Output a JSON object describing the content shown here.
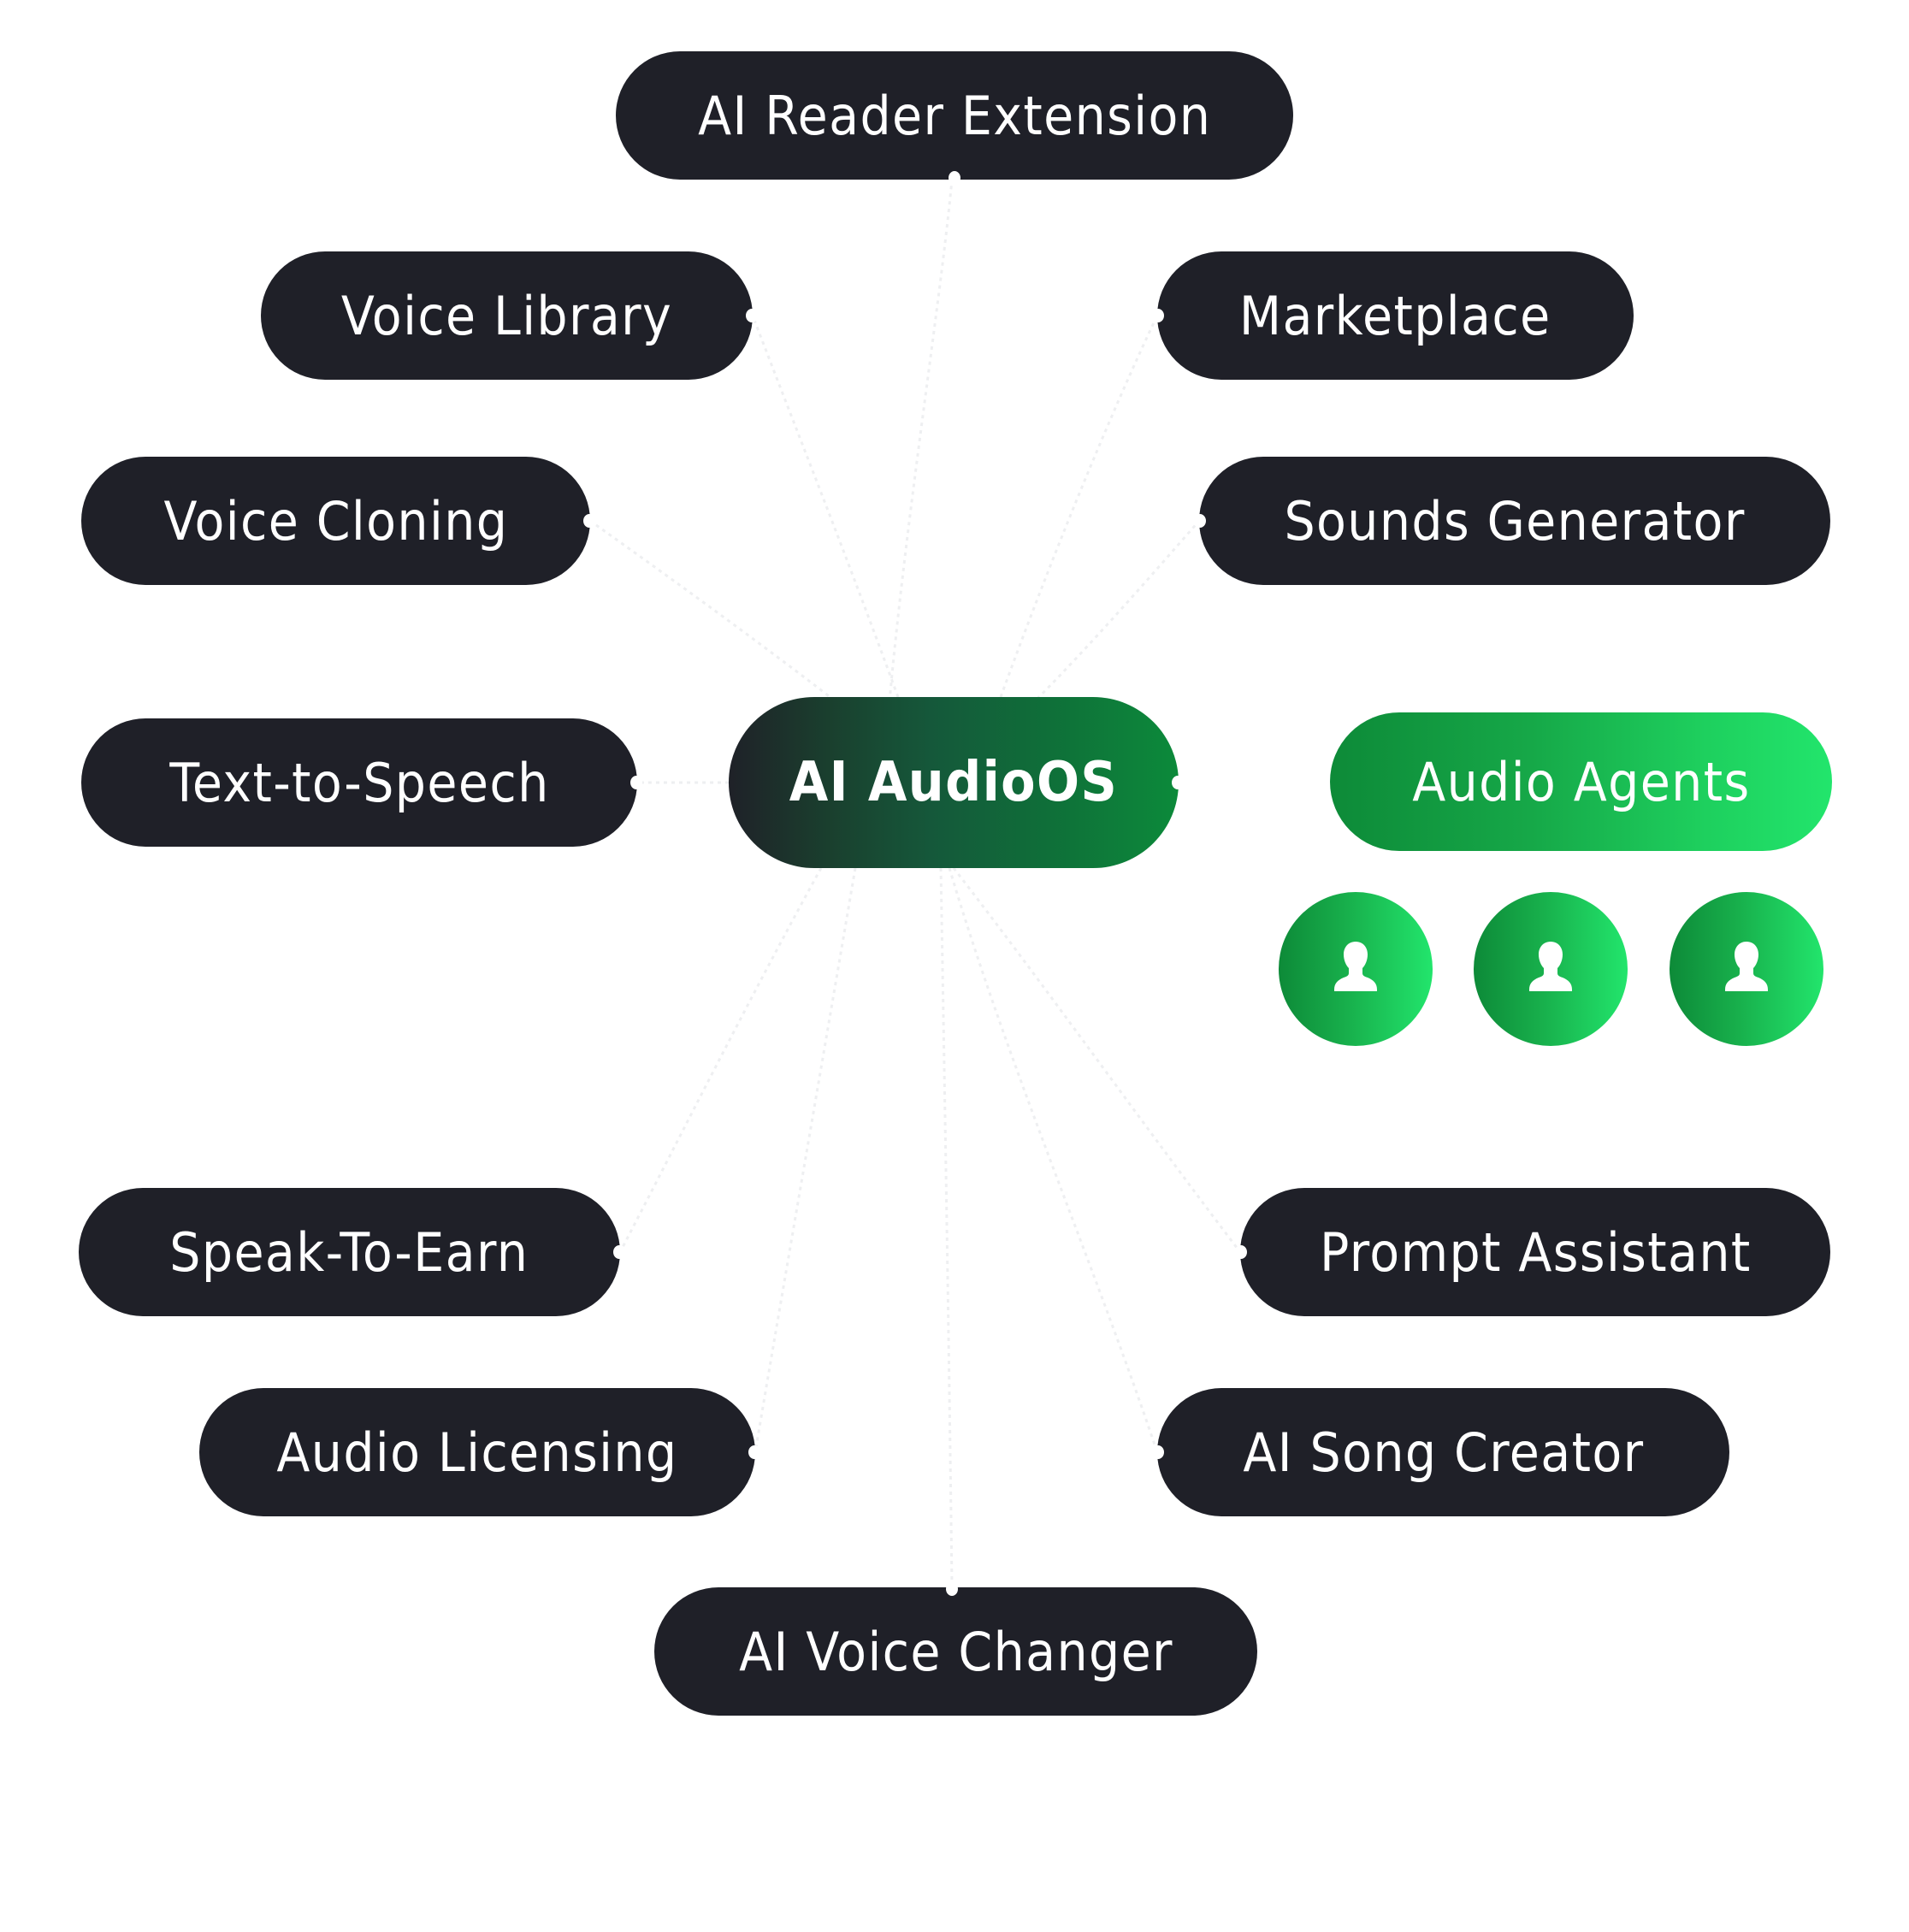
{
  "diagram": {
    "center": {
      "label": "AI AudioOS"
    },
    "highlight": {
      "label": "Audio Agents"
    },
    "agents": [
      {
        "icon": "user-icon"
      },
      {
        "icon": "user-icon"
      },
      {
        "icon": "user-icon"
      }
    ],
    "nodes": [
      {
        "id": "ai-reader-extension",
        "label": "AI Reader Extension"
      },
      {
        "id": "voice-library",
        "label": "Voice Library"
      },
      {
        "id": "marketplace",
        "label": "Marketplace"
      },
      {
        "id": "voice-cloning",
        "label": "Voice Cloning"
      },
      {
        "id": "sounds-generator",
        "label": "Sounds Generator"
      },
      {
        "id": "text-to-speech",
        "label": "Text-to-Speech"
      },
      {
        "id": "speak-to-earn",
        "label": "Speak-To-Earn"
      },
      {
        "id": "prompt-assistant",
        "label": "Prompt Assistant"
      },
      {
        "id": "audio-licensing",
        "label": "Audio Licensing"
      },
      {
        "id": "ai-song-creator",
        "label": "AI Song Creator"
      },
      {
        "id": "ai-voice-changer",
        "label": "AI Voice Changer"
      }
    ]
  },
  "colors": {
    "node_dark": "#1f2028",
    "node_text": "#ffffff",
    "center_gradient_start": "#1f2128",
    "center_gradient_end": "#0c8a3a",
    "agent_gradient_start": "#0d8a38",
    "agent_gradient_end": "#22e56c",
    "connector": "#eeeff1",
    "background": "#ffffff"
  }
}
